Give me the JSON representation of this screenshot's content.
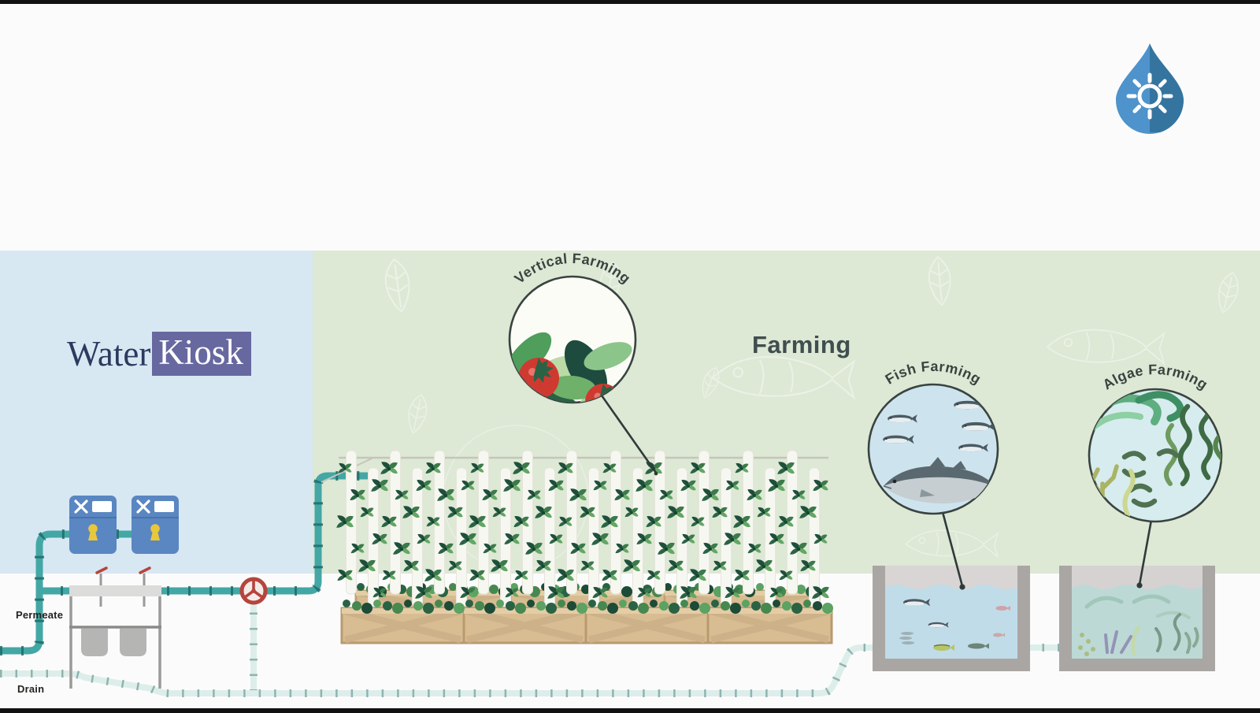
{
  "branding": {
    "water": "Water",
    "kiosk": "Kiosk"
  },
  "labels": {
    "farming": "Farming",
    "vertical_farming": "Vertical Farming",
    "fish_farming": "Fish Farming",
    "algae_farming": "Algae Farming",
    "permeate": "Permeate",
    "drain": "Drain"
  },
  "icons": {
    "logo": "water-drop-sun-icon",
    "kiosk_tap": "cross-tap-icon",
    "kiosk_screen": "display-panel",
    "kiosk_keyhole": "keyhole-icon",
    "valve": "red-valve-wheel-icon",
    "faucet": "faucet-icon"
  },
  "colors": {
    "panel_blue": "#d7e8f3",
    "panel_green": "#dde8d5",
    "pipe_teal": "#43a7a5",
    "pipe_teal_joint": "#1f6b69",
    "pipe_pale": "#ddeeea",
    "pipe_pale_joint": "#7aa5a1",
    "kiosk_blue": "#5a86c2",
    "keyhole_yellow": "#e9c73b",
    "valve_red": "#b5453c",
    "wood": "#d9bd92",
    "wood_dark": "#c3a172",
    "leaf_dark": "#1e4f3b",
    "leaf_mid": "#3c7a4b",
    "tomato_red": "#cf3a30",
    "tank_frame": "#a9a6a4",
    "tank_water_blue": "#c0dce8",
    "tank_water_green": "#bcd9d6",
    "drop_blue": "#4e93cb",
    "drop_blue_dark": "#35749f",
    "brand_navy": "#2b3a5e",
    "brand_purple": "#6868a0",
    "ink": "#39433f"
  }
}
